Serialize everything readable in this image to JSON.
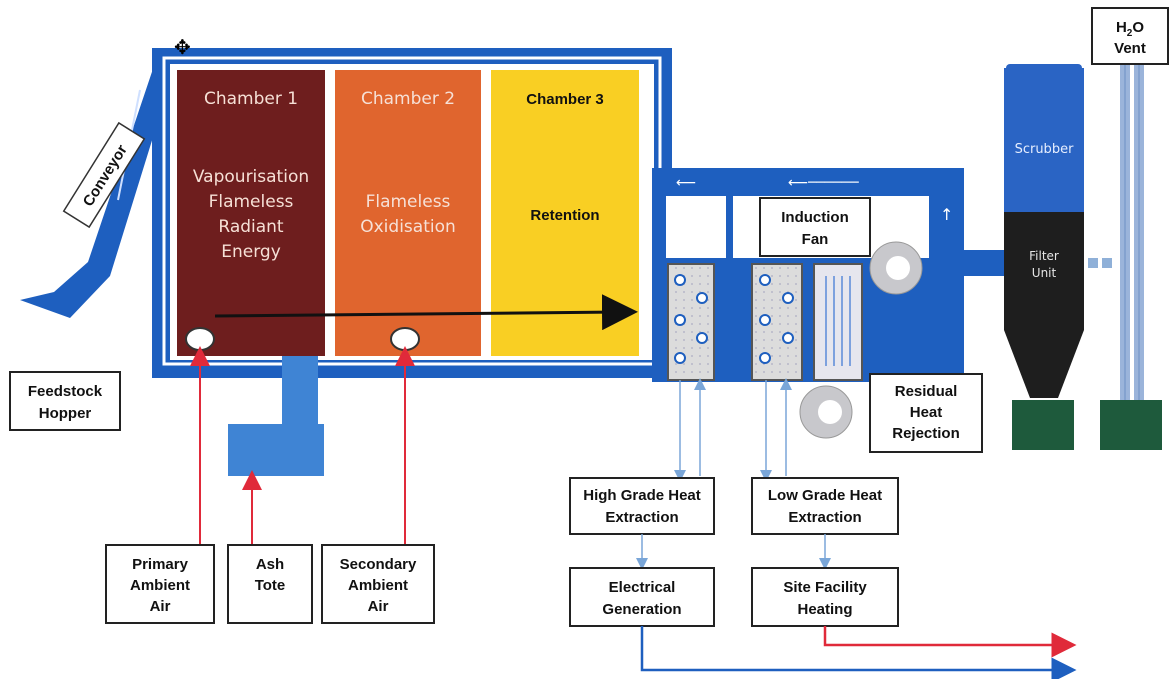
{
  "chambers": {
    "c1": {
      "title": "Chamber 1",
      "lines": [
        "Vapourisation",
        "Flameless",
        "Radiant",
        "Energy"
      ]
    },
    "c2": {
      "title": "Chamber 2",
      "lines": [
        "Flameless",
        "Oxidisation"
      ]
    },
    "c3": {
      "title": "Chamber 3",
      "lines": [
        "Retention"
      ]
    }
  },
  "conveyor": "Conveyor",
  "feedstock": [
    "Feedstock",
    "Hopper"
  ],
  "induction_fan": [
    "Induction",
    "Fan"
  ],
  "residual_heat": [
    "Residual",
    "Heat",
    "Rejection"
  ],
  "scrubber": "Scrubber",
  "filter_unit": [
    "Filter",
    "Unit"
  ],
  "vent": {
    "formula_pre": "H",
    "formula_sub": "2",
    "formula_post": "O",
    "label": "Vent"
  },
  "inputs": {
    "primary_air": [
      "Primary",
      "Ambient",
      "Air"
    ],
    "ash_tote": [
      "Ash",
      "Tote"
    ],
    "secondary_air": [
      "Secondary",
      "Ambient",
      "Air"
    ]
  },
  "high_grade": [
    "High Grade Heat",
    "Extraction"
  ],
  "low_grade": [
    "Low Grade Heat",
    "Extraction"
  ],
  "electrical": [
    "Electrical",
    "Generation"
  ],
  "site_heating": [
    "Site Facility",
    "Heating"
  ],
  "colors": {
    "duct_blue": "#1e5fbf",
    "chamber1": "#6e1e1e",
    "chamber2": "#e0652e",
    "chamber3": "#f9cf23",
    "scrubber": "#2a64c4",
    "filter": "#1e1e1e",
    "base_green": "#1e5a3c",
    "air_red": "#e02a3a",
    "heat_blue": "#7aa6d8"
  }
}
